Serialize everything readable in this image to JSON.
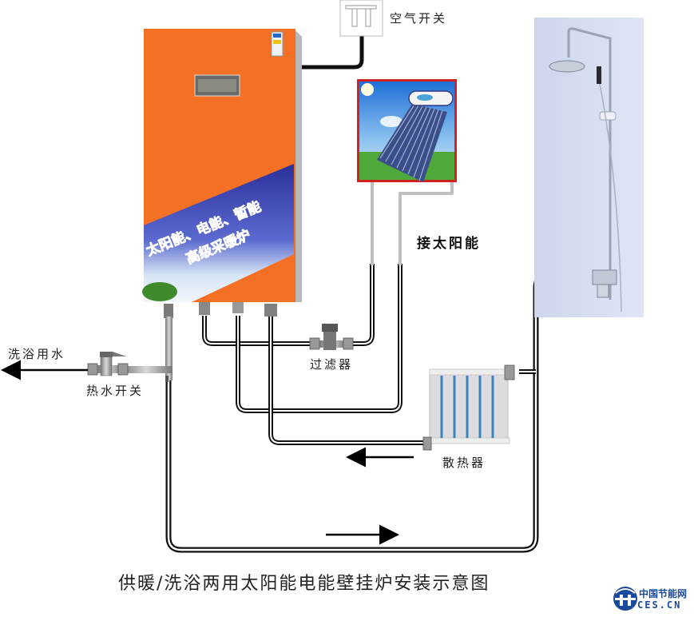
{
  "title": "供暖/洗浴两用太阳能电能壁挂炉安装示意图",
  "labels": {
    "air_switch": "空气开关",
    "solar_connect": "接太阳能",
    "bath_water": "洗浴用水",
    "hot_water_switch": "热水开关",
    "filter": "过滤器",
    "radiator": "散热器"
  },
  "boiler": {
    "banner_line1": "太阳能、电能、暂能",
    "banner_line2": "高级采暖炉",
    "color": "#f47024"
  },
  "logo": {
    "name_cn": "中国节能网",
    "name_en": "CES.CN",
    "color": "#1a4a9e"
  },
  "flow_arrows": [
    {
      "name": "bath-water-out",
      "direction": "left"
    },
    {
      "name": "return-flow",
      "direction": "left"
    },
    {
      "name": "supply-flow",
      "direction": "right"
    }
  ]
}
